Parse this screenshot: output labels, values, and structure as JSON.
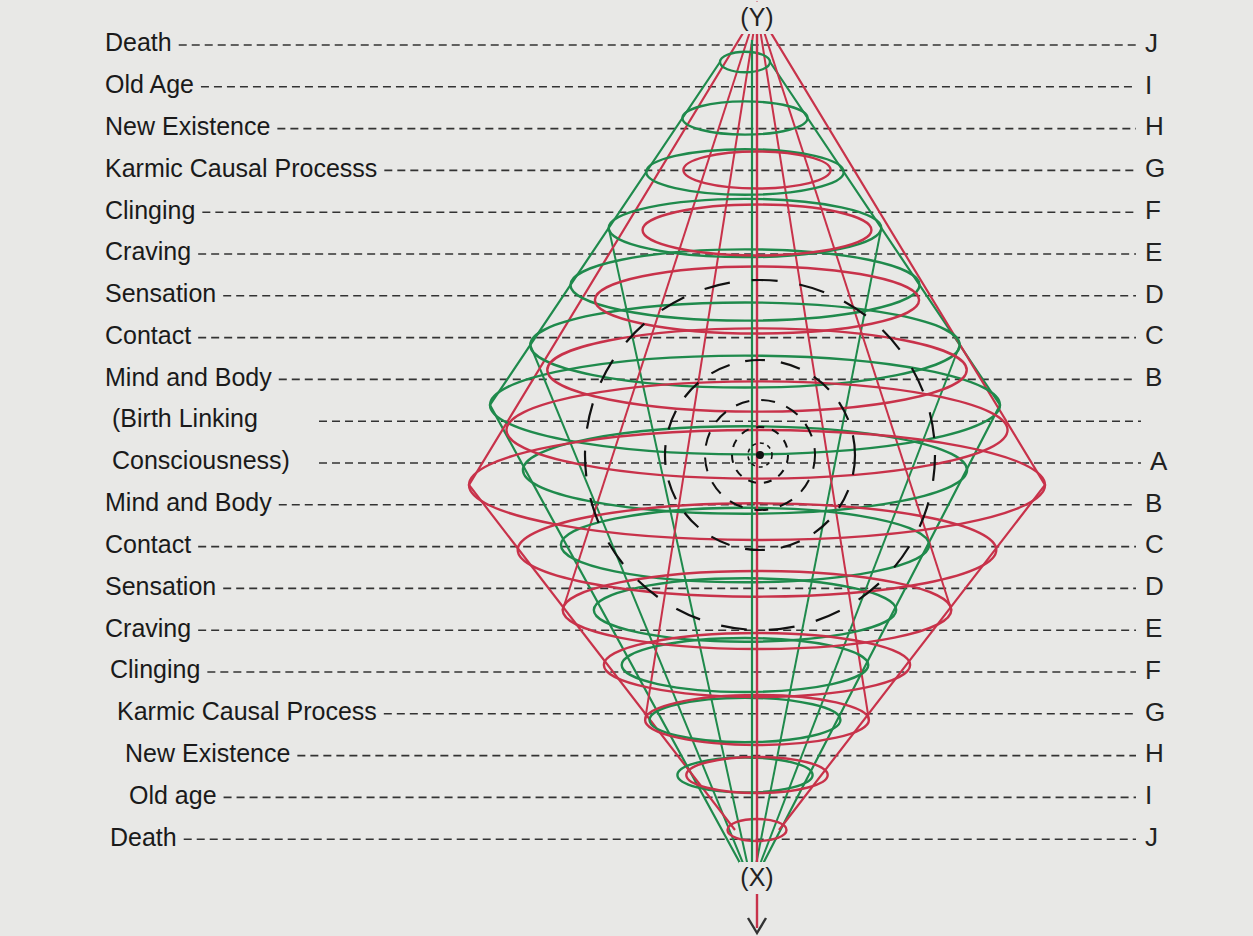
{
  "diagram": {
    "labels": [
      "(Y)",
      "Death",
      "J",
      "Old Age",
      "I",
      "New Existence",
      "H",
      "Karmic Causal Processs",
      "G",
      "Clinging",
      "F",
      "Craving",
      "E",
      "Sensation",
      "D",
      "Contact",
      "C",
      "Mind and Body",
      "B",
      "(Birth Linking Consciousness)",
      "A",
      "Mind and Body",
      "B",
      "Contact",
      "C",
      "Sensation",
      "D",
      "Craving",
      "E",
      "Clinging",
      "F",
      "Karmic Causal Process",
      "G",
      "New Existence",
      "H",
      "Old age",
      "I",
      "Death",
      "J",
      "(X)"
    ]
  }
}
